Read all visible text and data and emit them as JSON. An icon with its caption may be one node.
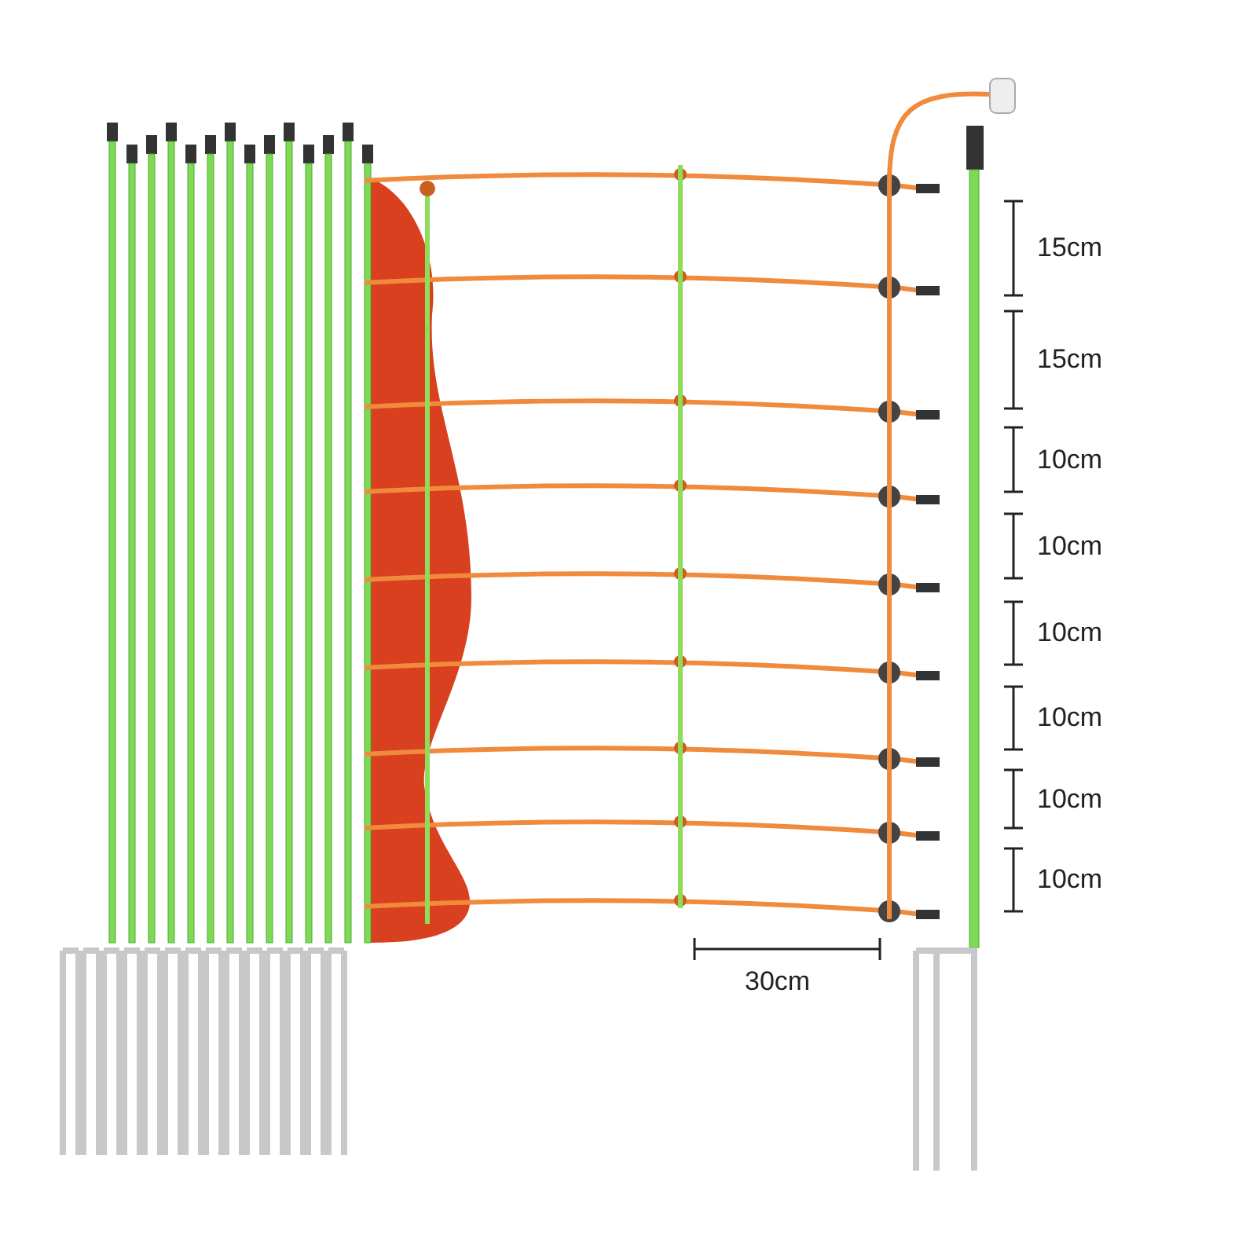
{
  "diagram": {
    "labels": [
      "15cm",
      "15cm",
      "10cm",
      "10cm",
      "10cm",
      "10cm",
      "10cm",
      "10cm",
      "30cm"
    ]
  }
}
